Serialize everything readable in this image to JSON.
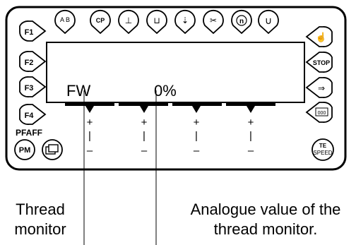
{
  "panel": {
    "brand": "PFAFF",
    "left_keys": [
      "F1",
      "F2",
      "F3",
      "F4"
    ],
    "pm_key": "PM",
    "top_keys": [
      {
        "name": "thread-tension-icon",
        "glyph": "A B"
      },
      {
        "name": "stitch-count-icon",
        "glyph": "CP"
      },
      {
        "name": "needle-position-icon",
        "glyph": "⊥"
      },
      {
        "name": "presser-foot-icon",
        "glyph": "⊔"
      },
      {
        "name": "tack-icon",
        "glyph": "⇣"
      },
      {
        "name": "scissors-icon",
        "glyph": "✂"
      },
      {
        "name": "reverse-n-icon",
        "glyph": "n"
      },
      {
        "name": "magnet-icon",
        "glyph": "∪"
      }
    ],
    "right_keys": [
      {
        "name": "hand-icon",
        "glyph": "☝"
      },
      {
        "name": "stop-icon",
        "label": "STOP"
      },
      {
        "name": "forward-arrow-icon",
        "glyph": "⇒"
      },
      {
        "name": "counter-icon",
        "label": "000"
      }
    ],
    "te_speed": {
      "line1": "TE",
      "line2": "SPEED"
    }
  },
  "display": {
    "mode_text": "FW",
    "value_text": "0%"
  },
  "indicators": {
    "plus": "+",
    "bar": "|",
    "minus": "–"
  },
  "callouts": {
    "thread_monitor": "Thread\nmonitor",
    "analogue_value": "Analogue value of the\nthread monitor."
  }
}
